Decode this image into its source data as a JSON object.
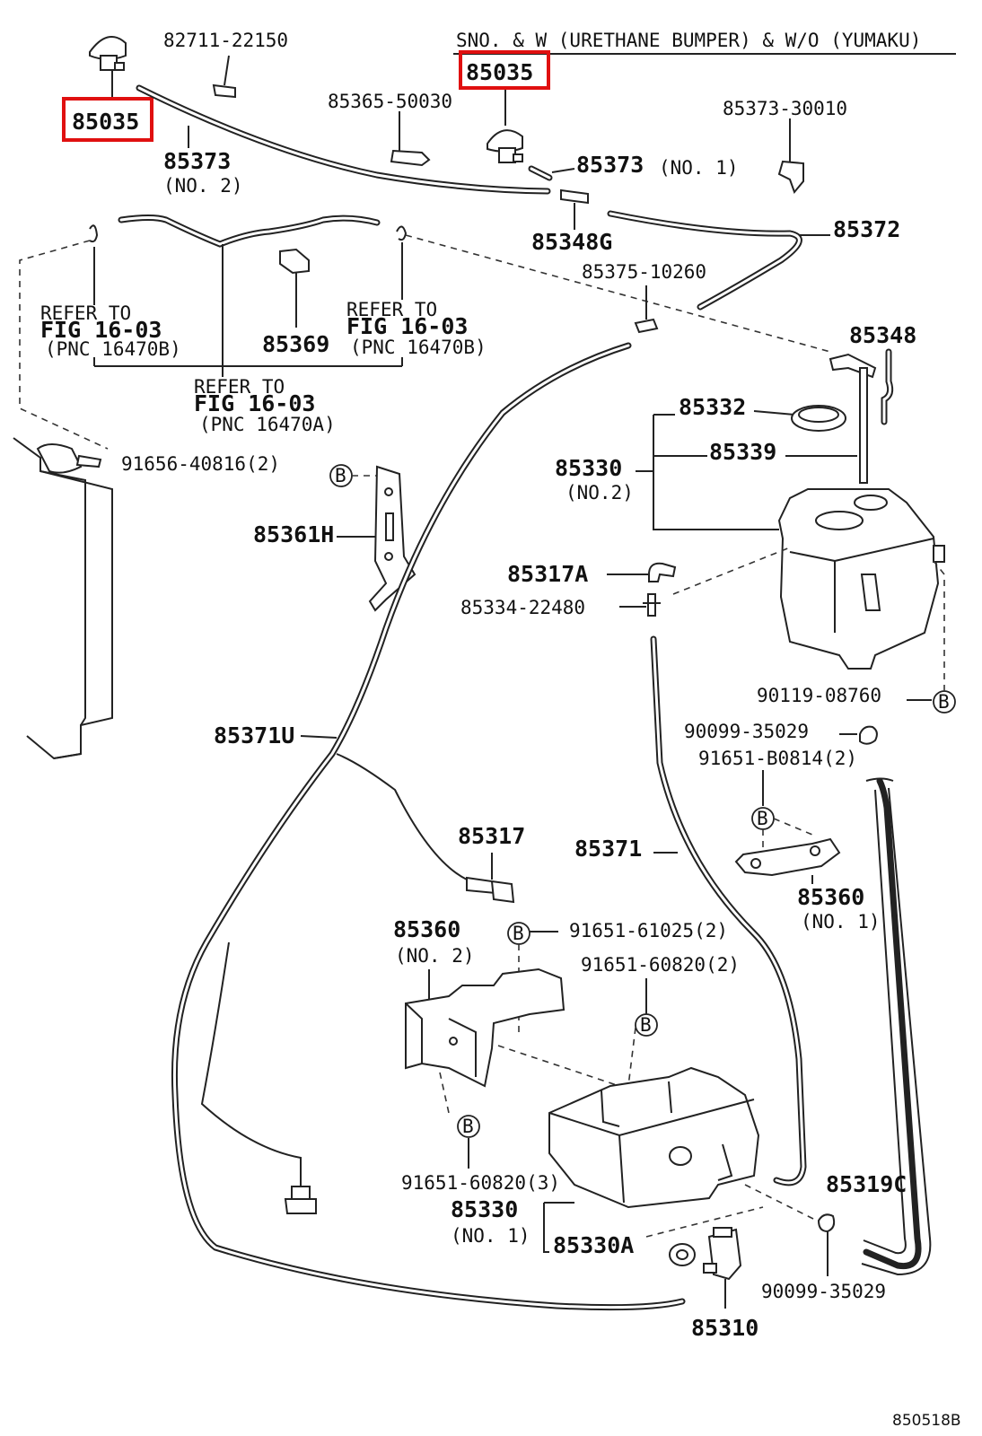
{
  "header": {
    "note": "SNO. & W (URETHANE BUMPER) & W/O (YUMAKU)"
  },
  "highlight_color": "#e01010",
  "refer": {
    "left_b": [
      "REFER TO",
      "FIG 16-03",
      "(PNC 16470B)"
    ],
    "right_b": [
      "REFER TO",
      "FIG 16-03",
      "(PNC 16470B)"
    ],
    "center_a": [
      "REFER TO",
      "FIG 16-03",
      "(PNC 16470A)"
    ]
  },
  "bolt_marker": "B",
  "labels": {
    "p85035_left": "85035",
    "p85035_right": "85035",
    "p82711": "82711-22150",
    "p85373_no2": "85373",
    "p85373_no2_sub": "(NO. 2)",
    "p85365": "85365-50030",
    "p85373_no1": "85373",
    "p85373_no1_sub": "(NO. 1)",
    "p85373_30010": "85373-30010",
    "p85348g": "85348G",
    "p85372": "85372",
    "p85375": "85375-10260",
    "p85369": "85369",
    "p85348": "85348",
    "p85332": "85332",
    "p85339": "85339",
    "p85330_no2": "85330",
    "p85330_no2_sub": "(NO.2)",
    "p91656": "91656-40816(2)",
    "p85361h": "85361H",
    "p85317a": "85317A",
    "p85334": "85334-22480",
    "p90119": "90119-08760",
    "p90099_top": "90099-35029",
    "p91651_b0814": "91651-B0814(2)",
    "p85371u": "85371U",
    "p85317": "85317",
    "p85371": "85371",
    "p85360_no1": "85360",
    "p85360_no1_sub": "(NO. 1)",
    "p85360_no2": "85360",
    "p85360_no2_sub": "(NO. 2)",
    "p91651_61025": "91651-61025(2)",
    "p91651_60820_2": "91651-60820(2)",
    "p91651_60820_3": "91651-60820(3)",
    "p85319c": "85319C",
    "p85330_no1": "85330",
    "p85330_no1_sub": "(NO. 1)",
    "p85330a": "85330A",
    "p90099_bottom": "90099-35029",
    "p85310": "85310"
  },
  "drawing_id": "850518B"
}
